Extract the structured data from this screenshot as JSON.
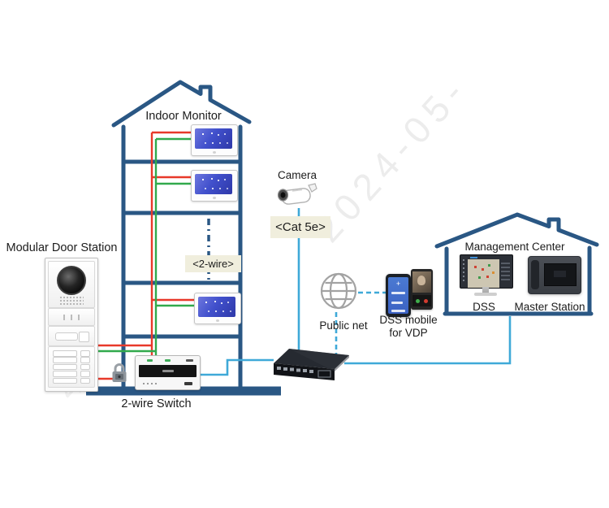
{
  "labels": {
    "indoor_monitor": "Indoor Monitor",
    "modular_door_station": "Modular Door Station",
    "two_wire": "<2-wire>",
    "two_wire_switch": "2-wire Switch",
    "camera": "Camera",
    "cat5e": "<Cat 5e>",
    "public_net": "Public net",
    "dss_mobile_line1": "DSS mobile",
    "dss_mobile_line2": "for VDP",
    "management_center": "Management Center",
    "dss": "DSS",
    "master_station": "Master Station"
  },
  "watermark": {
    "text": "2024-05-",
    "fragment": "4"
  },
  "colors": {
    "outline_blue": "#2a5784",
    "network_cyan": "#3fa9d8",
    "wire_red": "#e8392a",
    "wire_green": "#31a94c",
    "label_bg": "#f0eedd",
    "monitor_screen_blue": "#4150cc"
  }
}
